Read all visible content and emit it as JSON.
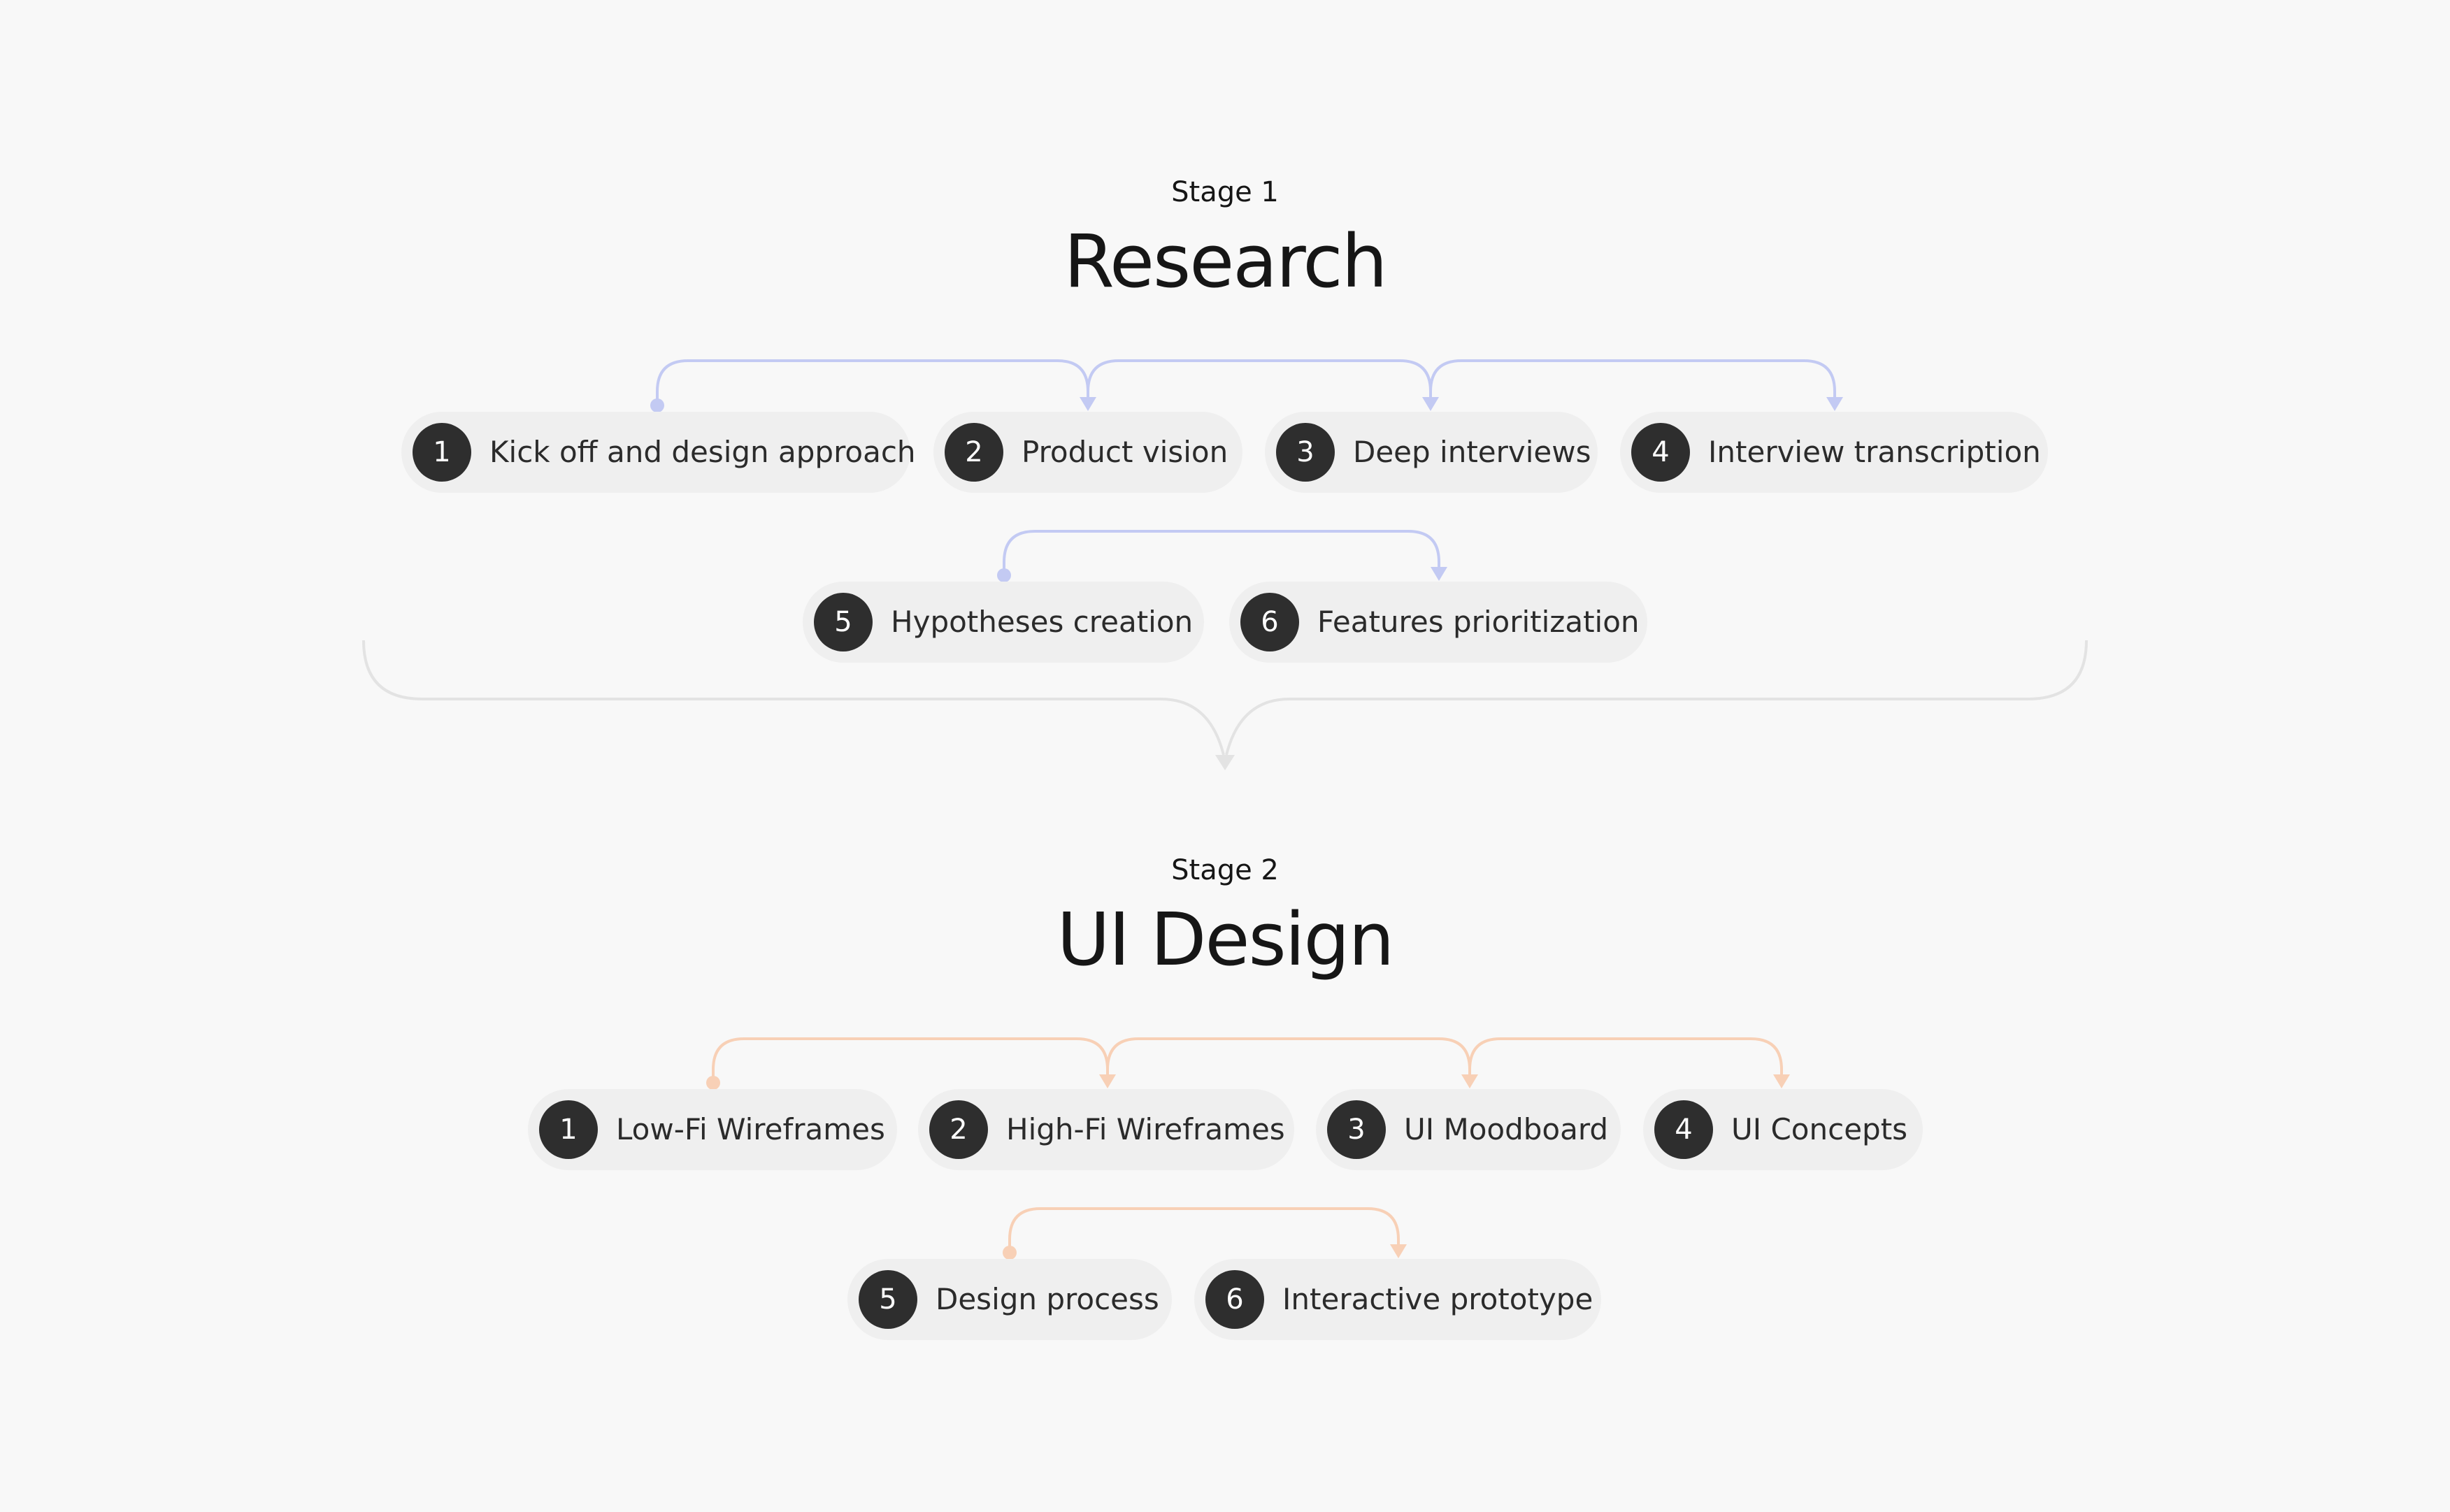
{
  "theme": {
    "background": "#f8f8f8",
    "chip": "#efefef",
    "badge": "#2e2e2e",
    "text": "#161616",
    "stage1_connector": "#c3caf3",
    "stage2_connector": "#f8d0b6",
    "stage_link": "#e3e3e3"
  },
  "stages": [
    {
      "label": "Stage 1",
      "title": "Research",
      "steps": [
        {
          "number": "1",
          "label": "Kick off and design approach"
        },
        {
          "number": "2",
          "label": "Product vision"
        },
        {
          "number": "3",
          "label": "Deep interviews"
        },
        {
          "number": "4",
          "label": "Interview transcription"
        },
        {
          "number": "5",
          "label": "Hypotheses creation"
        },
        {
          "number": "6",
          "label": "Features prioritization"
        }
      ]
    },
    {
      "label": "Stage 2",
      "title": "UI Design",
      "steps": [
        {
          "number": "1",
          "label": "Low-Fi Wireframes"
        },
        {
          "number": "2",
          "label": "High-Fi Wireframes"
        },
        {
          "number": "3",
          "label": "UI Moodboard"
        },
        {
          "number": "4",
          "label": "UI Concepts"
        },
        {
          "number": "5",
          "label": "Design process"
        },
        {
          "number": "6",
          "label": "Interactive prototype"
        }
      ]
    }
  ]
}
